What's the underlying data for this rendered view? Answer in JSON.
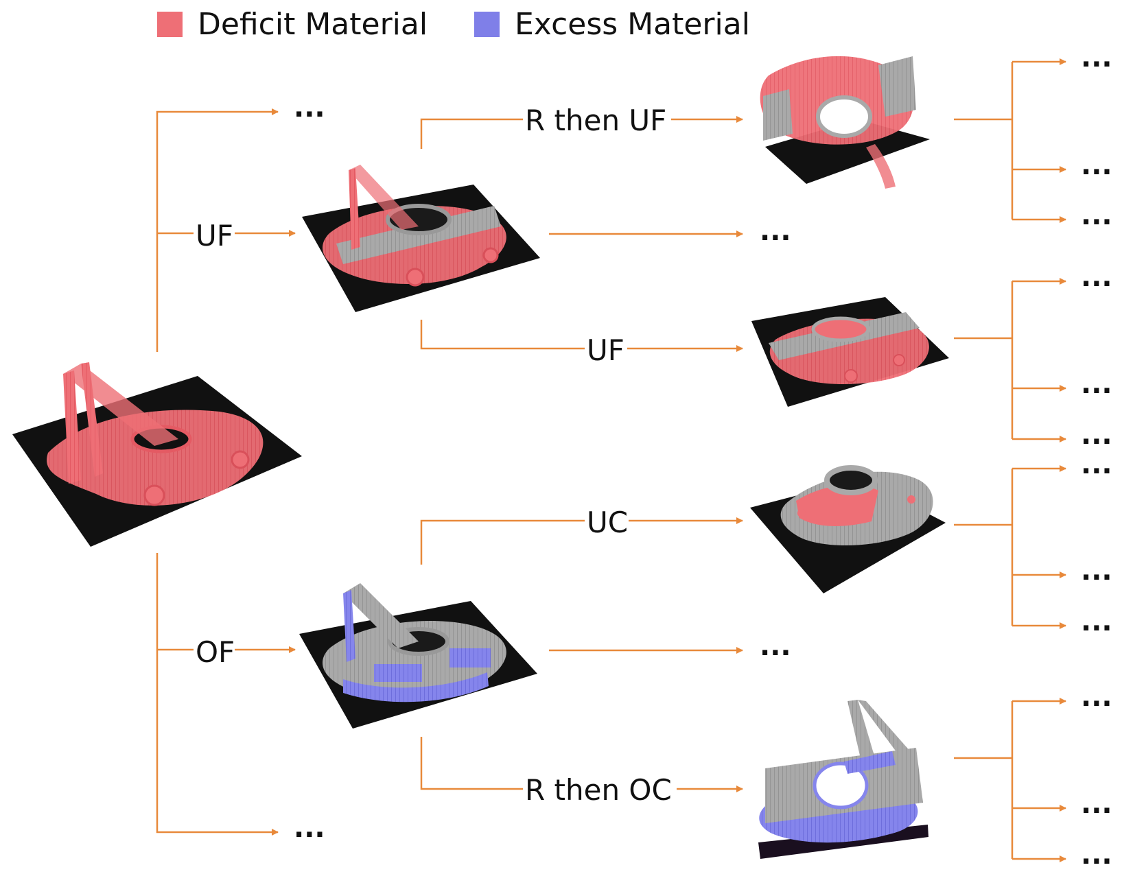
{
  "colors": {
    "arrow": "#E8893A",
    "deficit": "#EE6F76",
    "excess": "#7F7FE8",
    "part": "#A8A8A8",
    "base": "#1a1a1a"
  },
  "legend": {
    "deficit_label": "Deficit Material",
    "excess_label": "Excess Material"
  },
  "edges": {
    "uf": "UF",
    "of": "OF",
    "r_then_uf": "R then UF",
    "uf_2": "UF",
    "uc": "UC",
    "r_then_oc": "R then OC"
  },
  "ellipsis": "..."
}
